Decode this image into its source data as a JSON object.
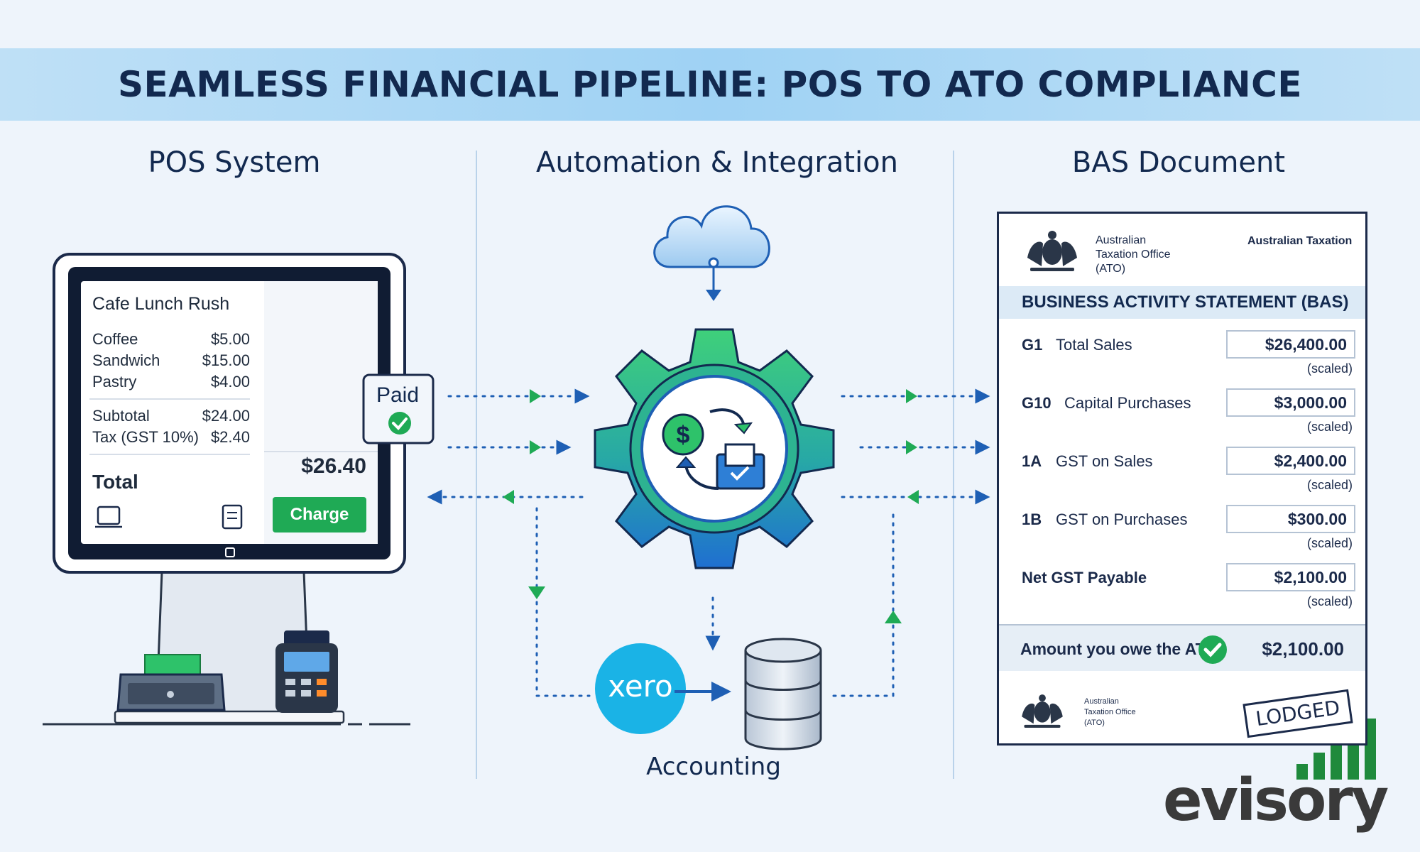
{
  "banner": {
    "title": "SEAMLESS FINANCIAL PIPELINE: POS TO ATO COMPLIANCE"
  },
  "columns": {
    "pos": "POS System",
    "automation": "Automation & Integration",
    "bas": "BAS Document"
  },
  "pos": {
    "receipt_title": "Cafe Lunch Rush",
    "items": [
      {
        "name": "Coffee",
        "price": "$5.00"
      },
      {
        "name": "Sandwich",
        "price": "$15.00"
      },
      {
        "name": "Pastry",
        "price": "$4.00"
      }
    ],
    "subtotal_label": "Subtotal",
    "subtotal_value": "$24.00",
    "tax_label": "Tax (GST 10%)",
    "tax_value": "$2.40",
    "total_label": "Total",
    "total_value": "$26.40",
    "charge_label": "Charge",
    "paid_label": "Paid"
  },
  "automation": {
    "xero_logo": "xero",
    "accounting_label": "Accounting",
    "colors": {
      "green": "#1faa55",
      "blue": "#1e5fb4",
      "gear_top": "#3fd07a",
      "gear_bottom": "#1f6fd1"
    }
  },
  "bas": {
    "agency_line1": "Australian",
    "agency_line2": "Taxation Office",
    "agency_line3": "(ATO)",
    "header_right": "Australian Taxation",
    "statement_title": "BUSINESS ACTIVITY STATEMENT (BAS)",
    "rows": [
      {
        "code": "G1",
        "label": "Total Sales",
        "value": "$26,400.00",
        "note": "(scaled)"
      },
      {
        "code": "G10",
        "label": "Capital Purchases",
        "value": "$3,000.00",
        "note": "(scaled)"
      },
      {
        "code": "1A",
        "label": "GST on Sales",
        "value": "$2,400.00",
        "note": "(scaled)"
      },
      {
        "code": "1B",
        "label": "GST on Purchases",
        "value": "$300.00",
        "note": "(scaled)"
      }
    ],
    "net": {
      "label": "Net GST Payable",
      "value": "$2,100.00",
      "note": "(scaled)"
    },
    "owe_label": "Amount you owe the ATO",
    "owe_value": "$2,100.00",
    "stamp": "LODGED"
  },
  "brand": {
    "name": "evisory"
  }
}
